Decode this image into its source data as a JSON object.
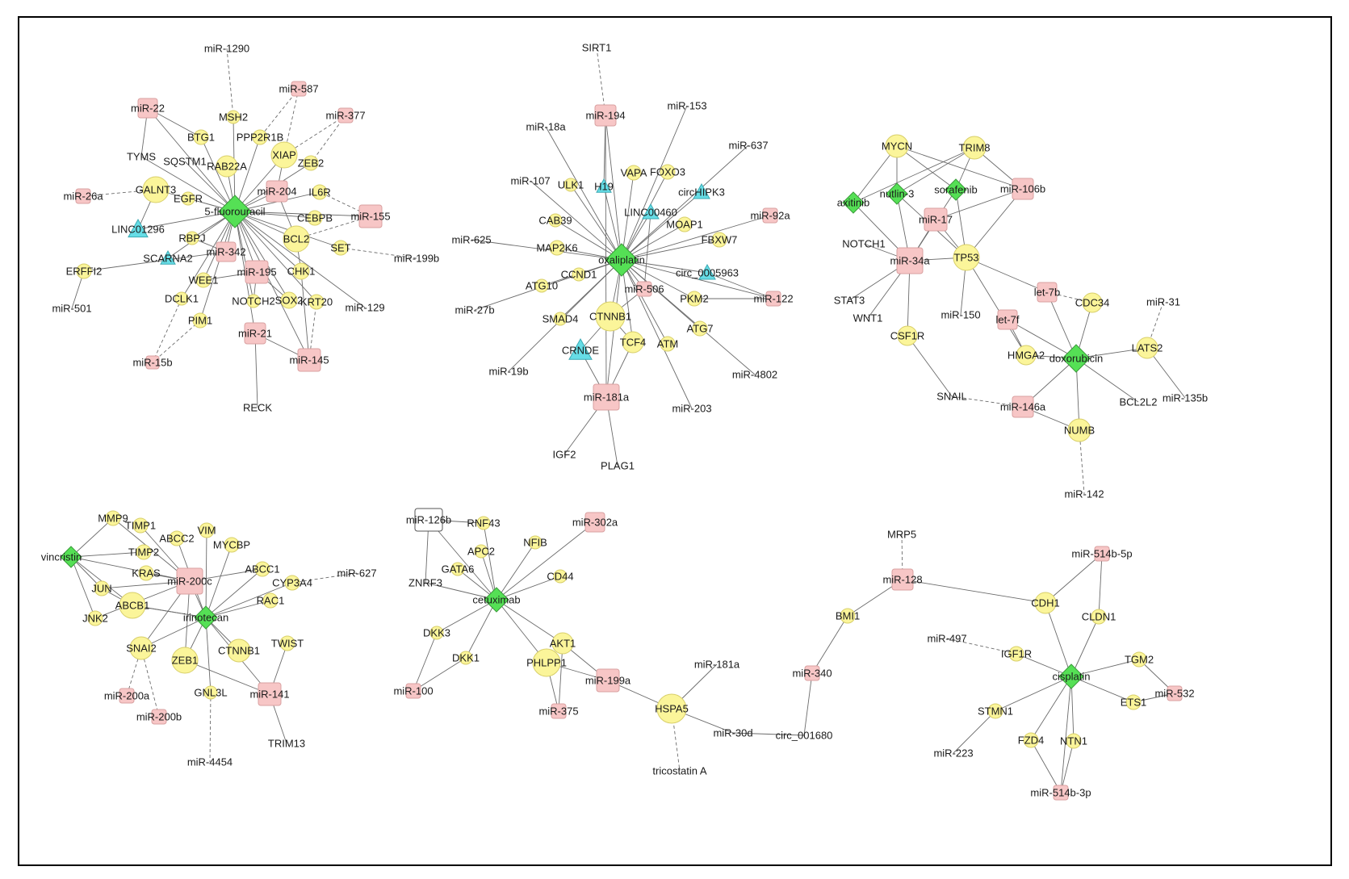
{
  "colors": {
    "drug": "#55e055",
    "gene": "#fbf59a",
    "mirna": "#f7c6c6",
    "lncrna": "#66dde6",
    "edge": "#6b6b6b",
    "label": "#1a1a1a",
    "frame": "#000000"
  },
  "icons": {
    "drug": "green-diamond",
    "gene": "yellow-circle",
    "mirna": "pink-square",
    "lncrna": "cyan-triangle",
    "plain": "text-only"
  },
  "nodes": {
    "n1": {
      "label": "5-fluorouracil",
      "type": "drug"
    },
    "n2": {
      "label": "miR-1290",
      "type": "plain"
    },
    "n3": {
      "label": "MSH2",
      "type": "gene"
    },
    "n4": {
      "label": "miR-22",
      "type": "mirna"
    },
    "n5": {
      "label": "BTG1",
      "type": "gene"
    },
    "n6": {
      "label": "PPP2R1B",
      "type": "gene"
    },
    "n7": {
      "label": "miR-587",
      "type": "mirna"
    },
    "n8": {
      "label": "miR-377",
      "type": "mirna"
    },
    "n9": {
      "label": "TYMS",
      "type": "gene"
    },
    "n10": {
      "label": "SQSTM1",
      "type": "gene"
    },
    "n11": {
      "label": "RAB22A",
      "type": "gene"
    },
    "n12": {
      "label": "XIAP",
      "type": "gene"
    },
    "n13": {
      "label": "ZEB2",
      "type": "gene"
    },
    "n14": {
      "label": "miR-26a",
      "type": "mirna"
    },
    "n15": {
      "label": "GALNT3",
      "type": "gene"
    },
    "n16": {
      "label": "EGFR",
      "type": "gene"
    },
    "n17": {
      "label": "miR-204",
      "type": "mirna"
    },
    "n18": {
      "label": "IL6R",
      "type": "gene"
    },
    "n19": {
      "label": "miR-155",
      "type": "mirna"
    },
    "n20": {
      "label": "LINC01296",
      "type": "lncrna"
    },
    "n21": {
      "label": "CEBPB",
      "type": "gene"
    },
    "n22": {
      "label": "RBPJ",
      "type": "gene"
    },
    "n23": {
      "label": "BCL2",
      "type": "gene"
    },
    "n24": {
      "label": "SET",
      "type": "gene"
    },
    "n25": {
      "label": "miR-199b",
      "type": "plain"
    },
    "n26": {
      "label": "SCARNA2",
      "type": "lncrna"
    },
    "n27": {
      "label": "miR-342",
      "type": "mirna"
    },
    "n28": {
      "label": "ERFFI2",
      "type": "gene"
    },
    "n29": {
      "label": "WEE1",
      "type": "gene"
    },
    "n30": {
      "label": "miR-195",
      "type": "mirna"
    },
    "n31": {
      "label": "CHK1",
      "type": "gene"
    },
    "n32": {
      "label": "miR-129",
      "type": "plain"
    },
    "n33": {
      "label": "miR-501",
      "type": "plain"
    },
    "n34": {
      "label": "DCLK1",
      "type": "gene"
    },
    "n35": {
      "label": "NOTCH2",
      "type": "gene"
    },
    "n36": {
      "label": "SOX2",
      "type": "gene"
    },
    "n37": {
      "label": "KRT20",
      "type": "gene"
    },
    "n38": {
      "label": "PIM1",
      "type": "gene"
    },
    "n39": {
      "label": "miR-21",
      "type": "mirna"
    },
    "n40": {
      "label": "miR-15b",
      "type": "mirna"
    },
    "n41": {
      "label": "miR-145",
      "type": "mirna"
    },
    "n42": {
      "label": "RECK",
      "type": "plain"
    },
    "o1": {
      "label": "oxaliplatin",
      "type": "drug"
    },
    "o2": {
      "label": "SIRT1",
      "type": "plain"
    },
    "o3": {
      "label": "miR-194",
      "type": "mirna"
    },
    "o4": {
      "label": "miR-153",
      "type": "plain"
    },
    "o5": {
      "label": "miR-18a",
      "type": "plain"
    },
    "o6": {
      "label": "miR-637",
      "type": "plain"
    },
    "o7": {
      "label": "miR-107",
      "type": "plain"
    },
    "o8": {
      "label": "ULK1",
      "type": "gene"
    },
    "o9": {
      "label": "H19",
      "type": "lncrna"
    },
    "o10": {
      "label": "VAPA",
      "type": "gene"
    },
    "o11": {
      "label": "FOXO3",
      "type": "gene"
    },
    "o12": {
      "label": "circHIPK3",
      "type": "lncrna"
    },
    "o13": {
      "label": "CAB39",
      "type": "gene"
    },
    "o14": {
      "label": "LINC00460",
      "type": "lncrna"
    },
    "o15": {
      "label": "miR-92a",
      "type": "mirna"
    },
    "o16": {
      "label": "MOAP1",
      "type": "gene"
    },
    "o17": {
      "label": "miR-625",
      "type": "plain"
    },
    "o18": {
      "label": "MAP2K6",
      "type": "gene"
    },
    "o19": {
      "label": "FBXW7",
      "type": "gene"
    },
    "o20": {
      "label": "circ_0005963",
      "type": "lncrna"
    },
    "o21": {
      "label": "CCND1",
      "type": "gene"
    },
    "o22": {
      "label": "ATG10",
      "type": "gene"
    },
    "o23": {
      "label": "miR-506",
      "type": "mirna"
    },
    "o24": {
      "label": "PKM2",
      "type": "gene"
    },
    "o25": {
      "label": "miR-122",
      "type": "mirna"
    },
    "o26": {
      "label": "miR-27b",
      "type": "plain"
    },
    "o27": {
      "label": "CTNNB1",
      "type": "gene"
    },
    "o28": {
      "label": "SMAD4",
      "type": "gene"
    },
    "o29": {
      "label": "ATG7",
      "type": "gene"
    },
    "o30": {
      "label": "CRNDE",
      "type": "lncrna"
    },
    "o31": {
      "label": "TCF4",
      "type": "gene"
    },
    "o32": {
      "label": "ATM",
      "type": "gene"
    },
    "o33": {
      "label": "miR-19b",
      "type": "plain"
    },
    "o34": {
      "label": "miR-4802",
      "type": "plain"
    },
    "o35": {
      "label": "miR-181a",
      "type": "mirna"
    },
    "o36": {
      "label": "miR-203",
      "type": "plain"
    },
    "o37": {
      "label": "IGF2",
      "type": "plain"
    },
    "o38": {
      "label": "PLAG1",
      "type": "plain"
    },
    "d1": {
      "label": "axitinib",
      "type": "drug"
    },
    "d2": {
      "label": "nutlin-3",
      "type": "drug"
    },
    "d3": {
      "label": "sorafenib",
      "type": "drug"
    },
    "d4": {
      "label": "doxorubicin",
      "type": "drug"
    },
    "d5": {
      "label": "MYCN",
      "type": "gene"
    },
    "d6": {
      "label": "TRIM8",
      "type": "gene"
    },
    "d7": {
      "label": "miR-106b",
      "type": "mirna"
    },
    "d8": {
      "label": "miR-17",
      "type": "mirna"
    },
    "d9": {
      "label": "NOTCH1",
      "type": "plain"
    },
    "d10": {
      "label": "miR-34a",
      "type": "mirna"
    },
    "d11": {
      "label": "TP53",
      "type": "gene"
    },
    "d12": {
      "label": "STAT3",
      "type": "gene"
    },
    "d13": {
      "label": "WNT1",
      "type": "plain"
    },
    "d14": {
      "label": "let-7b",
      "type": "mirna"
    },
    "d15": {
      "label": "CDC34",
      "type": "gene"
    },
    "d16": {
      "label": "miR-31",
      "type": "plain"
    },
    "d17": {
      "label": "miR-150",
      "type": "plain"
    },
    "d18": {
      "label": "let-7f",
      "type": "mirna"
    },
    "d19": {
      "label": "CSF1R",
      "type": "gene"
    },
    "d20": {
      "label": "HMGA2",
      "type": "gene"
    },
    "d21": {
      "label": "LATS2",
      "type": "gene"
    },
    "d22": {
      "label": "SNAIL",
      "type": "gene"
    },
    "d23": {
      "label": "miR-146a",
      "type": "mirna"
    },
    "d24": {
      "label": "BCL2L2",
      "type": "plain"
    },
    "d25": {
      "label": "miR-135b",
      "type": "plain"
    },
    "d26": {
      "label": "NUMB",
      "type": "gene"
    },
    "d27": {
      "label": "miR-142",
      "type": "plain"
    },
    "v1": {
      "label": "vincristin",
      "type": "drug"
    },
    "v2": {
      "label": "irinotecan",
      "type": "drug"
    },
    "v3": {
      "label": "MMP9",
      "type": "gene"
    },
    "v4": {
      "label": "TIMP1",
      "type": "gene"
    },
    "v5": {
      "label": "ABCC2",
      "type": "gene"
    },
    "v6": {
      "label": "VIM",
      "type": "gene"
    },
    "v7": {
      "label": "MYCBP",
      "type": "gene"
    },
    "v8": {
      "label": "TIMP2",
      "type": "gene"
    },
    "v9": {
      "label": "miR-200c",
      "type": "mirna"
    },
    "v10": {
      "label": "ABCC1",
      "type": "gene"
    },
    "v11": {
      "label": "KRAS",
      "type": "gene"
    },
    "v12": {
      "label": "miR-627",
      "type": "plain"
    },
    "v13": {
      "label": "CYP3A4",
      "type": "gene"
    },
    "v14": {
      "label": "JUN",
      "type": "gene"
    },
    "v15": {
      "label": "ABCB1",
      "type": "gene"
    },
    "v16": {
      "label": "RAC1",
      "type": "gene"
    },
    "v17": {
      "label": "JNK2",
      "type": "gene"
    },
    "v18": {
      "label": "TWIST",
      "type": "gene"
    },
    "v19": {
      "label": "SNAI2",
      "type": "gene"
    },
    "v20": {
      "label": "ZEB1",
      "type": "gene"
    },
    "v21": {
      "label": "CTNNB1",
      "type": "gene"
    },
    "v22": {
      "label": "miR-200a",
      "type": "mirna"
    },
    "v23": {
      "label": "GNL3L",
      "type": "gene"
    },
    "v24": {
      "label": "miR-141",
      "type": "mirna"
    },
    "v25": {
      "label": "miR-200b",
      "type": "mirna"
    },
    "v26": {
      "label": "TRIM13",
      "type": "plain"
    },
    "v27": {
      "label": "miR-4454",
      "type": "plain"
    },
    "c1": {
      "label": "cetuximab",
      "type": "drug"
    },
    "c2": {
      "label": "miR-126b",
      "type": "outline"
    },
    "c3": {
      "label": "RNF43",
      "type": "gene"
    },
    "c4": {
      "label": "miR-302a",
      "type": "mirna"
    },
    "c5": {
      "label": "APC2",
      "type": "gene"
    },
    "c6": {
      "label": "NFIB",
      "type": "gene"
    },
    "c7": {
      "label": "GATA6",
      "type": "gene"
    },
    "c8": {
      "label": "ZNRF3",
      "type": "gene"
    },
    "c9": {
      "label": "CD44",
      "type": "gene"
    },
    "c10": {
      "label": "DKK3",
      "type": "gene"
    },
    "c11": {
      "label": "AKT1",
      "type": "gene"
    },
    "c12": {
      "label": "DKK1",
      "type": "gene"
    },
    "c13": {
      "label": "PHLPP1",
      "type": "gene"
    },
    "c14": {
      "label": "miR-199a",
      "type": "mirna"
    },
    "c15": {
      "label": "miR-100",
      "type": "mirna"
    },
    "c16": {
      "label": "miR-375",
      "type": "mirna"
    },
    "c17": {
      "label": "miR-181a",
      "type": "plain"
    },
    "c18": {
      "label": "HSPA5",
      "type": "gene"
    },
    "c19": {
      "label": "miR-30d",
      "type": "plain"
    },
    "c20": {
      "label": "tricostatin A",
      "type": "plain"
    },
    "c21": {
      "label": "circ_001680",
      "type": "plain"
    },
    "c22": {
      "label": "miR-340",
      "type": "mirna"
    },
    "c23": {
      "label": "BMI1",
      "type": "gene"
    },
    "c24": {
      "label": "MRP5",
      "type": "plain"
    },
    "c25": {
      "label": "miR-128",
      "type": "mirna"
    },
    "s1": {
      "label": "cisplatin",
      "type": "drug"
    },
    "s2": {
      "label": "miR-514b-5p",
      "type": "mirna"
    },
    "s3": {
      "label": "CDH1",
      "type": "gene"
    },
    "s4": {
      "label": "CLDN1",
      "type": "gene"
    },
    "s5": {
      "label": "miR-497",
      "type": "plain"
    },
    "s6": {
      "label": "IGF1R",
      "type": "gene"
    },
    "s7": {
      "label": "TGM2",
      "type": "gene"
    },
    "s8": {
      "label": "miR-532",
      "type": "mirna"
    },
    "s9": {
      "label": "ETS1",
      "type": "gene"
    },
    "s10": {
      "label": "STMN1",
      "type": "gene"
    },
    "s11": {
      "label": "FZD4",
      "type": "gene"
    },
    "s12": {
      "label": "NTN1",
      "type": "gene"
    },
    "s13": {
      "label": "miR-223",
      "type": "plain"
    },
    "s14": {
      "label": "miR-514b-3p",
      "type": "mirna"
    }
  }
}
